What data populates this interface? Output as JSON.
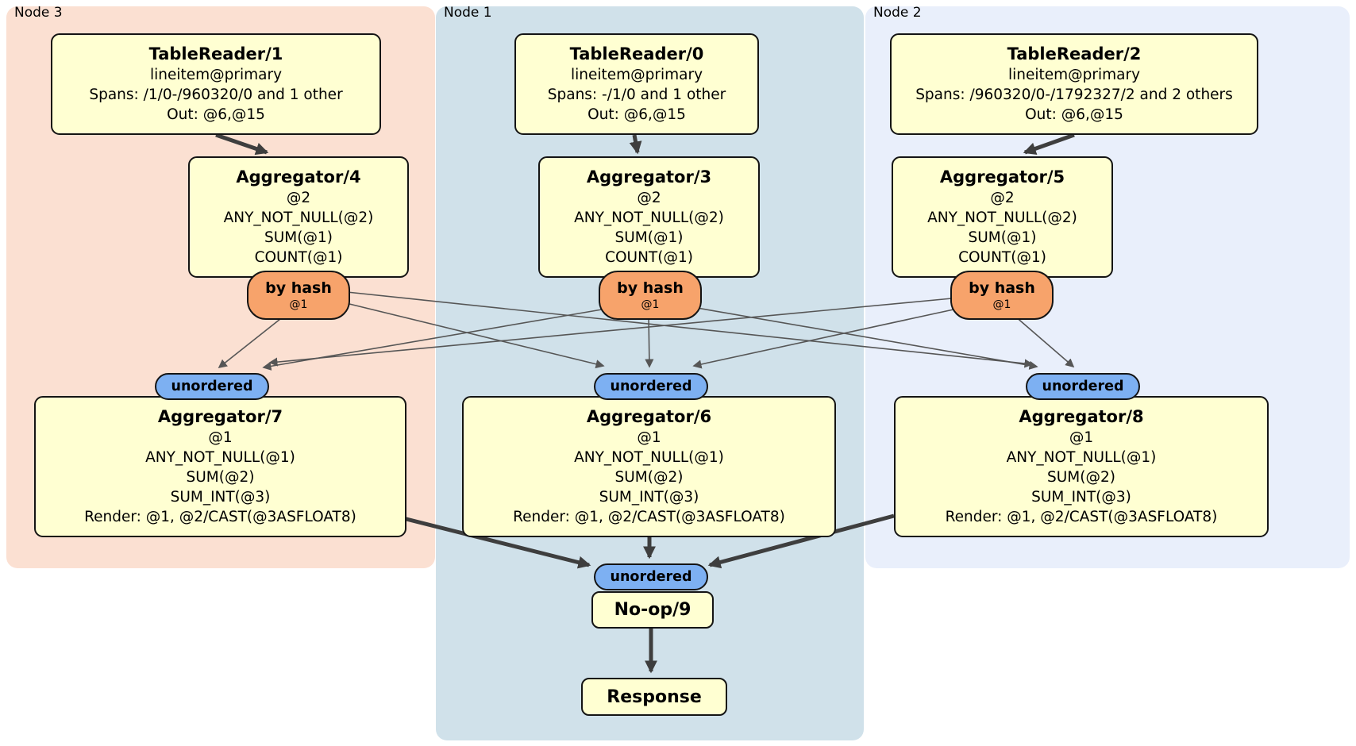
{
  "regions": [
    {
      "id": "node3",
      "label": "Node 3"
    },
    {
      "id": "node1",
      "label": "Node 1"
    },
    {
      "id": "node2",
      "label": "Node 2"
    }
  ],
  "processors": {
    "tr1": {
      "title": "TableReader/1",
      "lines": [
        "lineitem@primary",
        "Spans: /1/0-/960320/0 and 1 other",
        "Out: @6,@15"
      ]
    },
    "tr0": {
      "title": "TableReader/0",
      "lines": [
        "lineitem@primary",
        "Spans: -/1/0 and 1 other",
        "Out: @6,@15"
      ]
    },
    "tr2": {
      "title": "TableReader/2",
      "lines": [
        "lineitem@primary",
        "Spans: /960320/0-/1792327/2 and 2 others",
        "Out: @6,@15"
      ]
    },
    "agg4": {
      "title": "Aggregator/4",
      "lines": [
        "@2",
        "ANY_NOT_NULL(@2)",
        "SUM(@1)",
        "COUNT(@1)"
      ]
    },
    "agg3": {
      "title": "Aggregator/3",
      "lines": [
        "@2",
        "ANY_NOT_NULL(@2)",
        "SUM(@1)",
        "COUNT(@1)"
      ]
    },
    "agg5": {
      "title": "Aggregator/5",
      "lines": [
        "@2",
        "ANY_NOT_NULL(@2)",
        "SUM(@1)",
        "COUNT(@1)"
      ]
    },
    "agg7": {
      "title": "Aggregator/7",
      "lines": [
        "@1",
        "ANY_NOT_NULL(@1)",
        "SUM(@2)",
        "SUM_INT(@3)",
        "Render: @1, @2/CAST(@3ASFLOAT8)"
      ]
    },
    "agg6": {
      "title": "Aggregator/6",
      "lines": [
        "@1",
        "ANY_NOT_NULL(@1)",
        "SUM(@2)",
        "SUM_INT(@3)",
        "Render: @1, @2/CAST(@3ASFLOAT8)"
      ]
    },
    "agg8": {
      "title": "Aggregator/8",
      "lines": [
        "@1",
        "ANY_NOT_NULL(@1)",
        "SUM(@2)",
        "SUM_INT(@3)",
        "Render: @1, @2/CAST(@3ASFLOAT8)"
      ]
    },
    "noop": {
      "title": "No-op/9"
    },
    "response": {
      "title": "Response"
    }
  },
  "routers": {
    "rb4": {
      "label": "by hash",
      "detail": "@1"
    },
    "rb3": {
      "label": "by hash",
      "detail": "@1"
    },
    "rb5": {
      "label": "by hash",
      "detail": "@1"
    }
  },
  "syncs": {
    "unA": {
      "label": "unordered"
    },
    "unB": {
      "label": "unordered"
    },
    "unC": {
      "label": "unordered"
    },
    "unF": {
      "label": "unordered"
    }
  },
  "edges": {
    "flow": [
      {
        "from": "tr1",
        "to": "agg4"
      },
      {
        "from": "tr0",
        "to": "agg3"
      },
      {
        "from": "tr2",
        "to": "agg5"
      },
      {
        "from": "agg7",
        "to": "unF"
      },
      {
        "from": "agg6",
        "to": "unF"
      },
      {
        "from": "agg8",
        "to": "unF"
      },
      {
        "from": "noop",
        "to": "response"
      }
    ],
    "streams": [
      {
        "from": "rb4",
        "to": "unA"
      },
      {
        "from": "rb4",
        "to": "unB"
      },
      {
        "from": "rb4",
        "to": "unC"
      },
      {
        "from": "rb3",
        "to": "unA"
      },
      {
        "from": "rb3",
        "to": "unB"
      },
      {
        "from": "rb3",
        "to": "unC"
      },
      {
        "from": "rb5",
        "to": "unA"
      },
      {
        "from": "rb5",
        "to": "unB"
      },
      {
        "from": "rb5",
        "to": "unC"
      }
    ]
  },
  "colors": {
    "region_node3": "#fbe0d2",
    "region_node1": "#d0e1ea",
    "region_node2": "#e9effb",
    "processor_fill": "#ffffd2",
    "router_fill": "#f7a36b",
    "sync_fill": "#7db0f2",
    "flow_edge": "#3e3e3e",
    "stream_edge": "#565656"
  }
}
